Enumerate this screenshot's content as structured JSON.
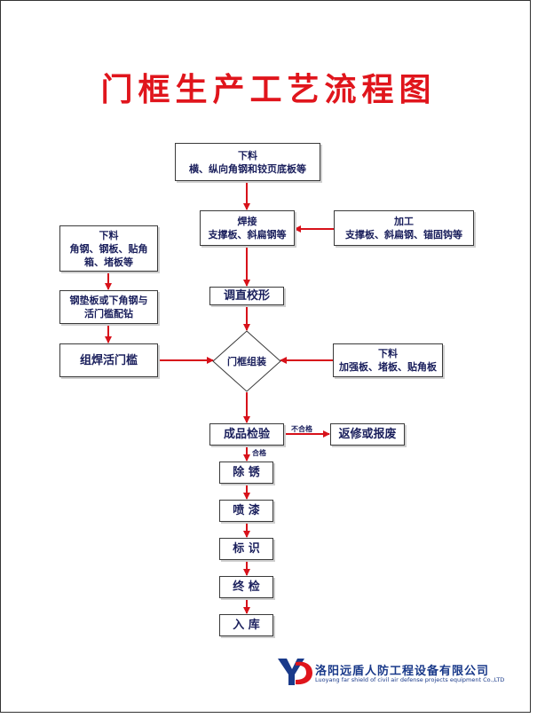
{
  "title": "门框生产工艺流程图",
  "nodes": {
    "xialiao_top": {
      "line1": "下料",
      "line2": "横、纵向角钢和铰页底板等"
    },
    "hanjie": {
      "line1": "焊接",
      "line2": "支撑板、斜扁钢等"
    },
    "jiagong": {
      "line1": "加工",
      "line2": "支撑板、斜扁钢、锚固钩等"
    },
    "xialiao_left": {
      "line1": "下料",
      "line2": "角钢、钢板、贴角",
      "line3": "箱、堵板等"
    },
    "gangdian": {
      "line1": "钢垫板或下角钢与",
      "line2": "活门槛配钻"
    },
    "tiaozhi": {
      "label": "调直校形"
    },
    "zuhan": {
      "label": "组焊活门槛"
    },
    "menkuang": {
      "label": "门框组装"
    },
    "xialiao_right": {
      "line1": "下料",
      "line2": "加强板、堵板、贴角板"
    },
    "chengpin": {
      "label": "成品检验"
    },
    "fanxiu": {
      "label": "返修或报废"
    },
    "chuxiu": {
      "label": "除 锈"
    },
    "penqi": {
      "label": "喷 漆"
    },
    "biaoshi": {
      "label": "标 识"
    },
    "zhongjian": {
      "label": "终 检"
    },
    "ruku": {
      "label": "入 库"
    }
  },
  "edge_labels": {
    "fail": "不合格",
    "pass": "合格"
  },
  "logo": {
    "mark": "YD",
    "company": "洛阳远盾人防工程设备有限公司",
    "company_en": "Luoyang far shield of civil air defense projects equipment Co.,LTD"
  },
  "colors": {
    "title": "#e0151c",
    "arrow": "#d7111a",
    "text": "#1a1f5c",
    "logo_blue": "#1a3a8a",
    "logo_red": "#e0151c"
  }
}
